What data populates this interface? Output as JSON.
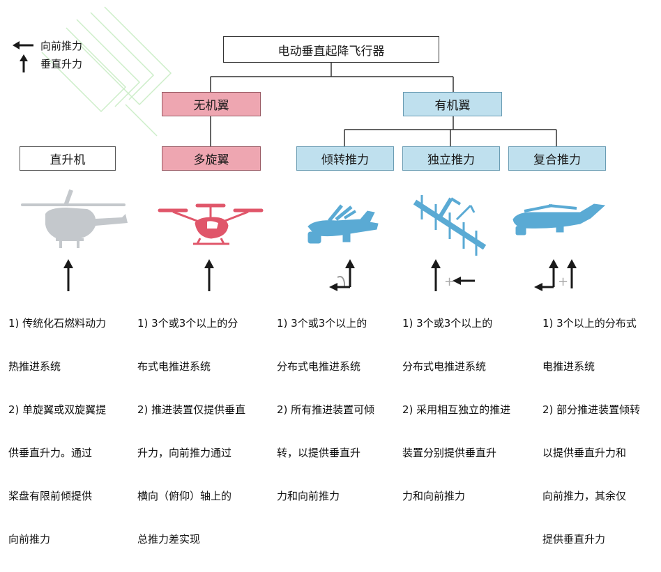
{
  "legend": {
    "forward": "向前推力",
    "lift": "垂直升力"
  },
  "tree": {
    "root": "电动垂直起降飞行器",
    "wingless": "无机翼",
    "winged": "有机翼",
    "helicopter": "直升机",
    "multirotor": "多旋翼",
    "tilt": "倾转推力",
    "independent": "独立推力",
    "compound": "复合推力"
  },
  "descriptions": {
    "helicopter": [
      "1) 传统化石燃料动力",
      "热推进系统",
      "2) 单旋翼或双旋翼提",
      "供垂直升力。通过",
      "桨盘有限前倾提供",
      "向前推力"
    ],
    "multirotor": [
      "1) 3个或3个以上的分",
      "布式电推进系统",
      "2) 推进装置仅提供垂直",
      "升力，向前推力通过",
      "横向（俯仰）轴上的",
      "总推力差实现"
    ],
    "tilt": [
      "1) 3个或3个以上的",
      "分布式电推进系统",
      "2) 所有推进装置可倾",
      "转，以提供垂直升",
      "力和向前推力"
    ],
    "independent": [
      "1) 3个或3个以上的",
      "分布式电推进系统",
      "2) 采用相互独立的推进",
      "装置分别提供垂直升",
      "力和向前推力"
    ],
    "compound": [
      "1) 3个以上的分布式",
      "电推进系统",
      "2) 部分推进装置倾转",
      "以提供垂直升力和",
      "向前推力，其余仅",
      "提供垂直升力"
    ]
  },
  "colors": {
    "helicopter_silhouette": "#c4c8cc",
    "multirotor_silhouette": "#e0566a",
    "winged_silhouette": "#5aaad4",
    "pink_box": "#eea6b1",
    "blue_box": "#bfe0ee",
    "arrow": "#1a1a1a"
  },
  "icons": {
    "forward_arrow": "arrow-left-icon",
    "lift_arrow": "arrow-up-icon"
  }
}
